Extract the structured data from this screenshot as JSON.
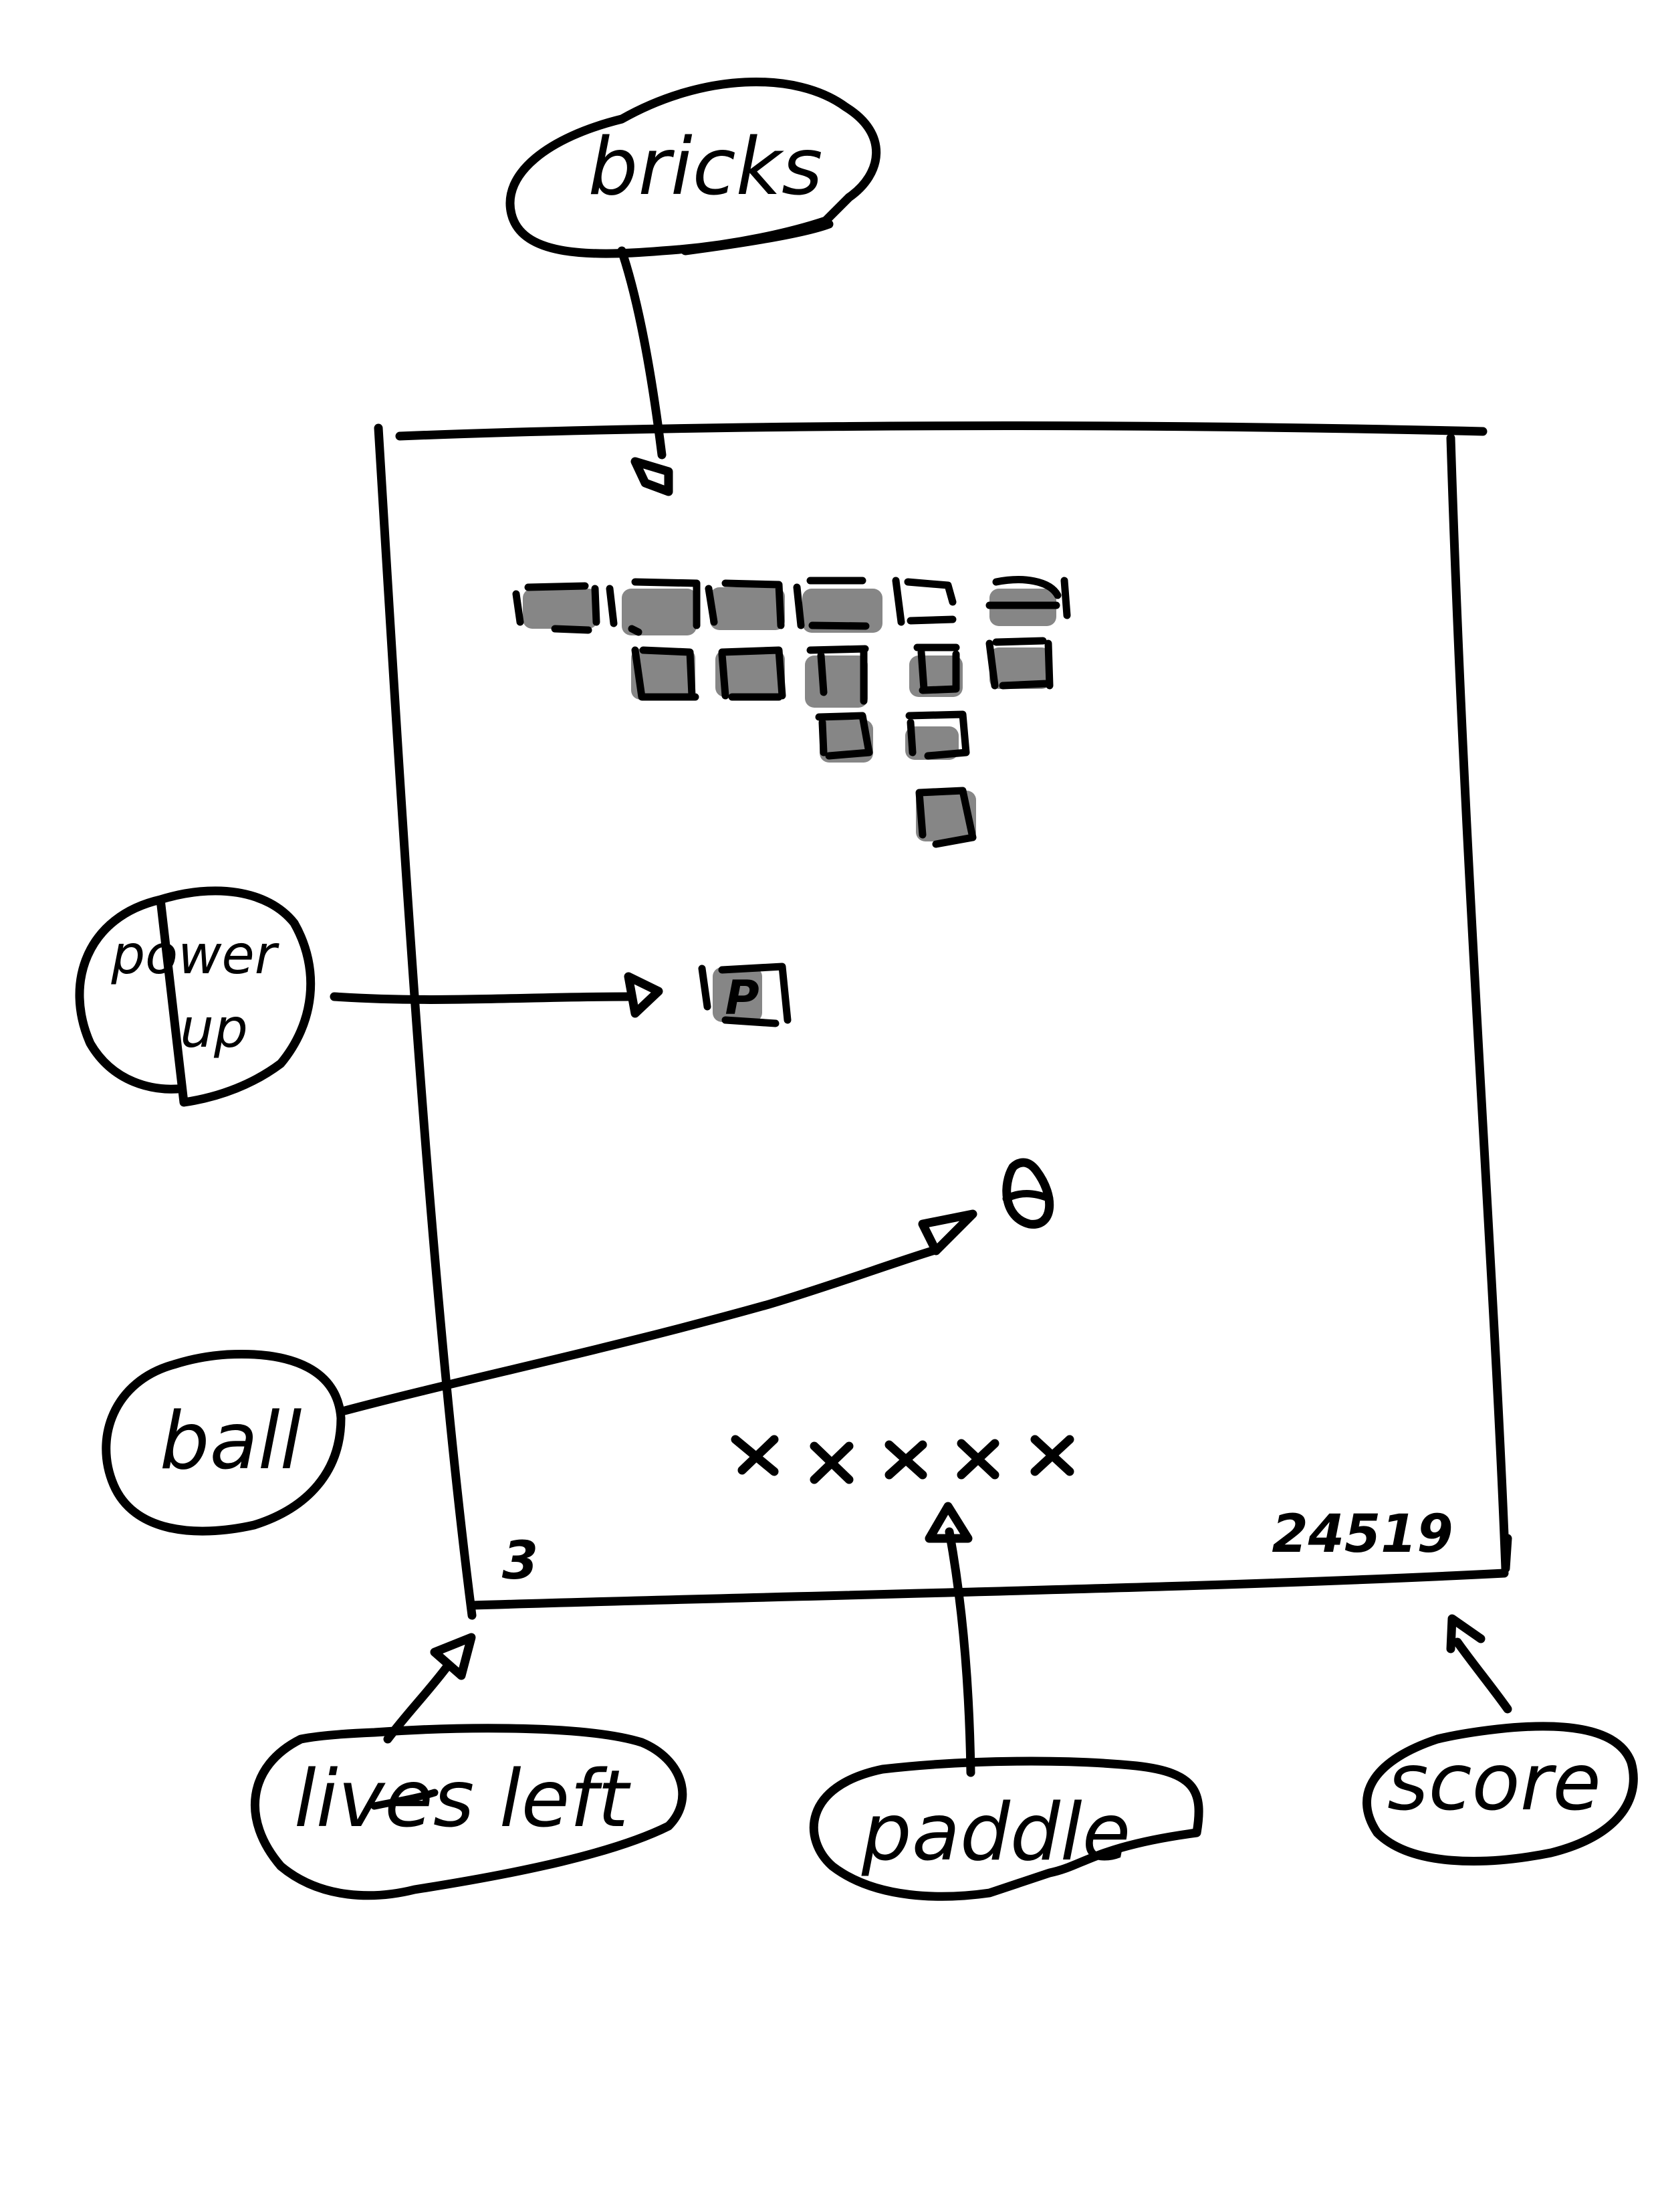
{
  "labels": {
    "bricks": "bricks",
    "power_up": "power",
    "power_up_line2": "up",
    "ball": "ball",
    "lives_left": "lives left",
    "paddle": "paddle",
    "score": "score"
  },
  "game": {
    "lives": "3",
    "score": "24519",
    "power_up_letter": "P",
    "paddle_glyph": "×",
    "paddle_segments": 5,
    "brick_fill_color": "#808080",
    "ink_color": "#000000"
  }
}
